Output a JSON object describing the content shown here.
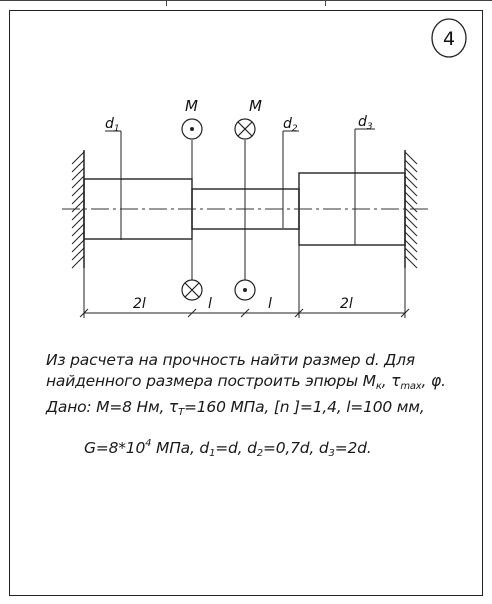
{
  "problem": {
    "number": "4",
    "line1": "Из расчета на прочность найти размер d. Для",
    "line2_prefix": "найденного размера построить эпюры M",
    "line2_k": "к",
    "line2_tau": "τ",
    "line2_max": "max",
    "line2_phi": "φ.",
    "given_prefix": "Дано: M=8 Нм, τ",
    "given_tau_sub": "T",
    "given_mid": "=160 МПа, [n ]=1,4, l=100 мм,",
    "given2_g": "G=8*10",
    "given2_exp": "4",
    "given2_mpa": " МПа, d",
    "given2_d1sub": "1",
    "given2_d1val": "=d, d",
    "given2_d2sub": "2",
    "given2_d2val": "=0,7d, d",
    "given2_d3sub": "3",
    "given2_d3val": "=2d."
  },
  "diagram": {
    "moment_label_left": "M",
    "moment_label_right": "M",
    "d1_label": "d",
    "d1_sub": "1",
    "d2_label": "d",
    "d2_sub": "2",
    "d3_label": "d",
    "d3_sub": "3",
    "dim_seg1": "2l",
    "dim_seg2": "l",
    "dim_seg3": "l",
    "dim_seg4": "2l"
  }
}
